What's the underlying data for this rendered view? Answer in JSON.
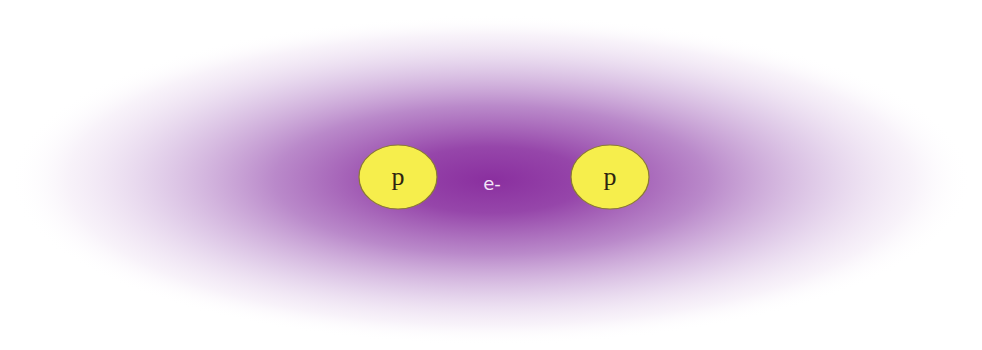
{
  "diagram": {
    "nodes": [
      {
        "text": [
          "e-"
        ]
      },
      {
        "text": [
          "p"
        ],
        "in": 0
      },
      {
        "text": [
          "p"
        ],
        "in": 0
      }
    ]
  }
}
